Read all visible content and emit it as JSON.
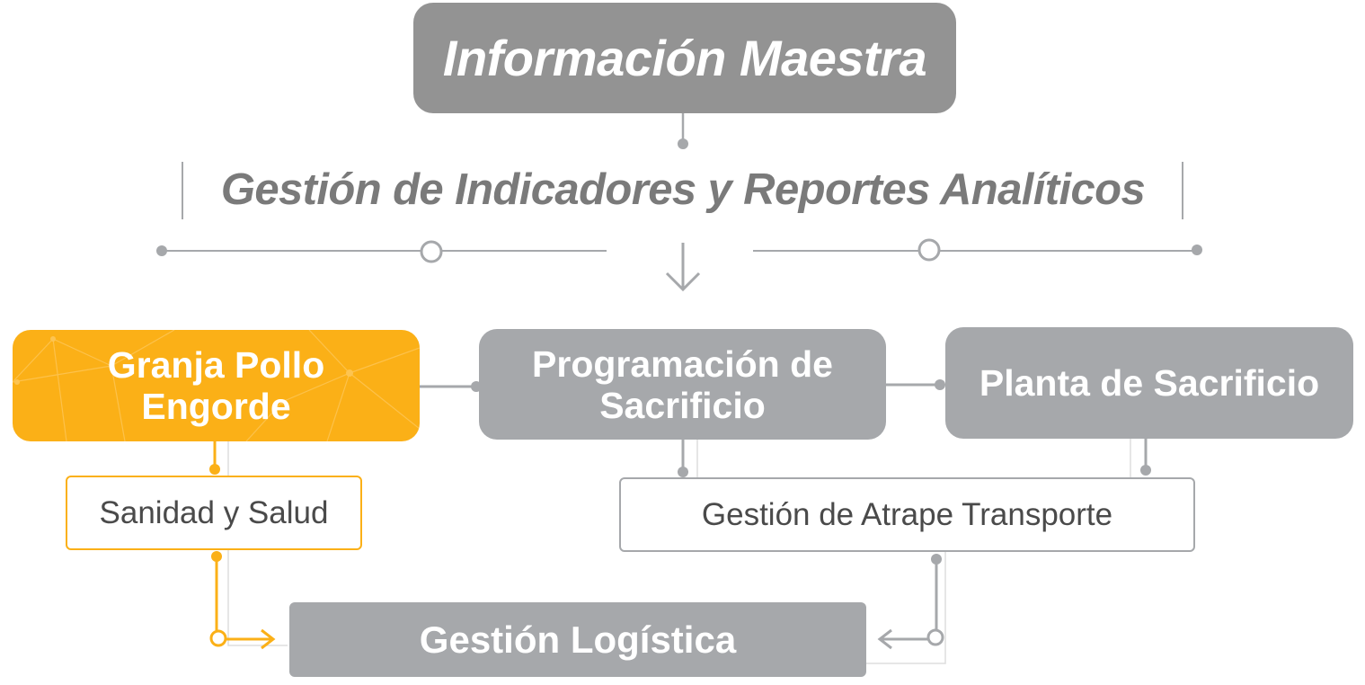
{
  "diagram": {
    "title": "Información Maestra",
    "subtitle": "Gestión de Indicadores y Reportes Analíticos",
    "nodes": {
      "granja": "Granja Pollo Engorde",
      "programacion": "Programación de Sacrificio",
      "planta": "Planta de Sacrificio",
      "sanidad": "Sanidad y Salud",
      "atrape": "Gestión de Atrape Transporte",
      "logistica": "Gestión Logística"
    },
    "colors": {
      "accent": "#fbb017",
      "gray_box": "#a6a8ab",
      "title_box": "#939393",
      "connector": "#9a9a9a",
      "text_dark": "#4a4a4a",
      "subtitle_text": "#7a7a7a"
    }
  }
}
